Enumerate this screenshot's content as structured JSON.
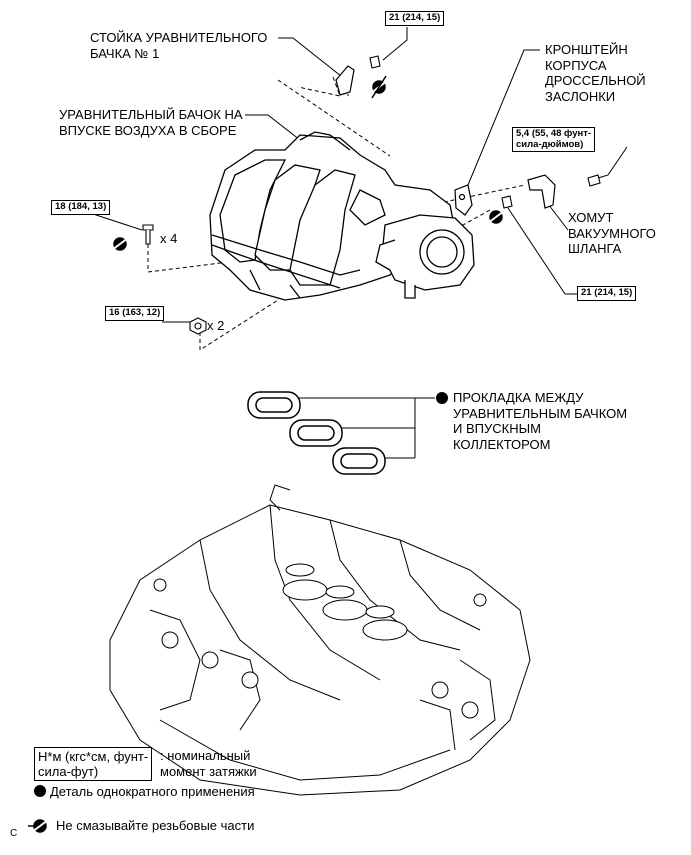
{
  "labels": {
    "bracket_no1": "СТОЙКА УРАВНИТЕЛЬНОГО\nБАЧКА № 1",
    "surge_tank": "УРАВНИТЕЛЬНЫЙ БАЧОК НА\nВПУСКЕ ВОЗДУХА В СБОРЕ",
    "throttle_bracket": "КРОНШТЕЙН\nКОРПУСА\nДРОССЕЛЬНОЙ\nЗАСЛОНКИ",
    "vacuum_clamp": "ХОМУТ\nВАКУУМНОГО\nШЛАНГА",
    "gasket": "ПРОКЛАДКА МЕЖДУ\nУРАВНИТЕЛЬНЫМ БАЧКОМ\nИ ВПУСКНЫМ\nКОЛЛЕКТОРОМ"
  },
  "torques": {
    "t_top": "21 (214, 15)",
    "t_right_mid": "5,4 (55, 48 фунт-\nсила-дюймов)",
    "t_left_18": "18 (184, 13)",
    "t_right_21": "21 (214, 15)",
    "t_left_16": "16 (163, 12)"
  },
  "multipliers": {
    "x4": "x 4",
    "x2": "x 2"
  },
  "legend": {
    "torque_unit": "Н*м (кгс*см, фунт-\nсила-фут)",
    "torque_desc": ": номинальный\nмомент затяжки",
    "single_use": "Деталь однократного применения",
    "no_grease": "Не смазывайте резьбовые части"
  },
  "footer_code": "C",
  "colors": {
    "line": "#000000",
    "background": "#ffffff"
  },
  "icons": [
    "single-use-dot-icon",
    "no-lubricate-icon"
  ]
}
